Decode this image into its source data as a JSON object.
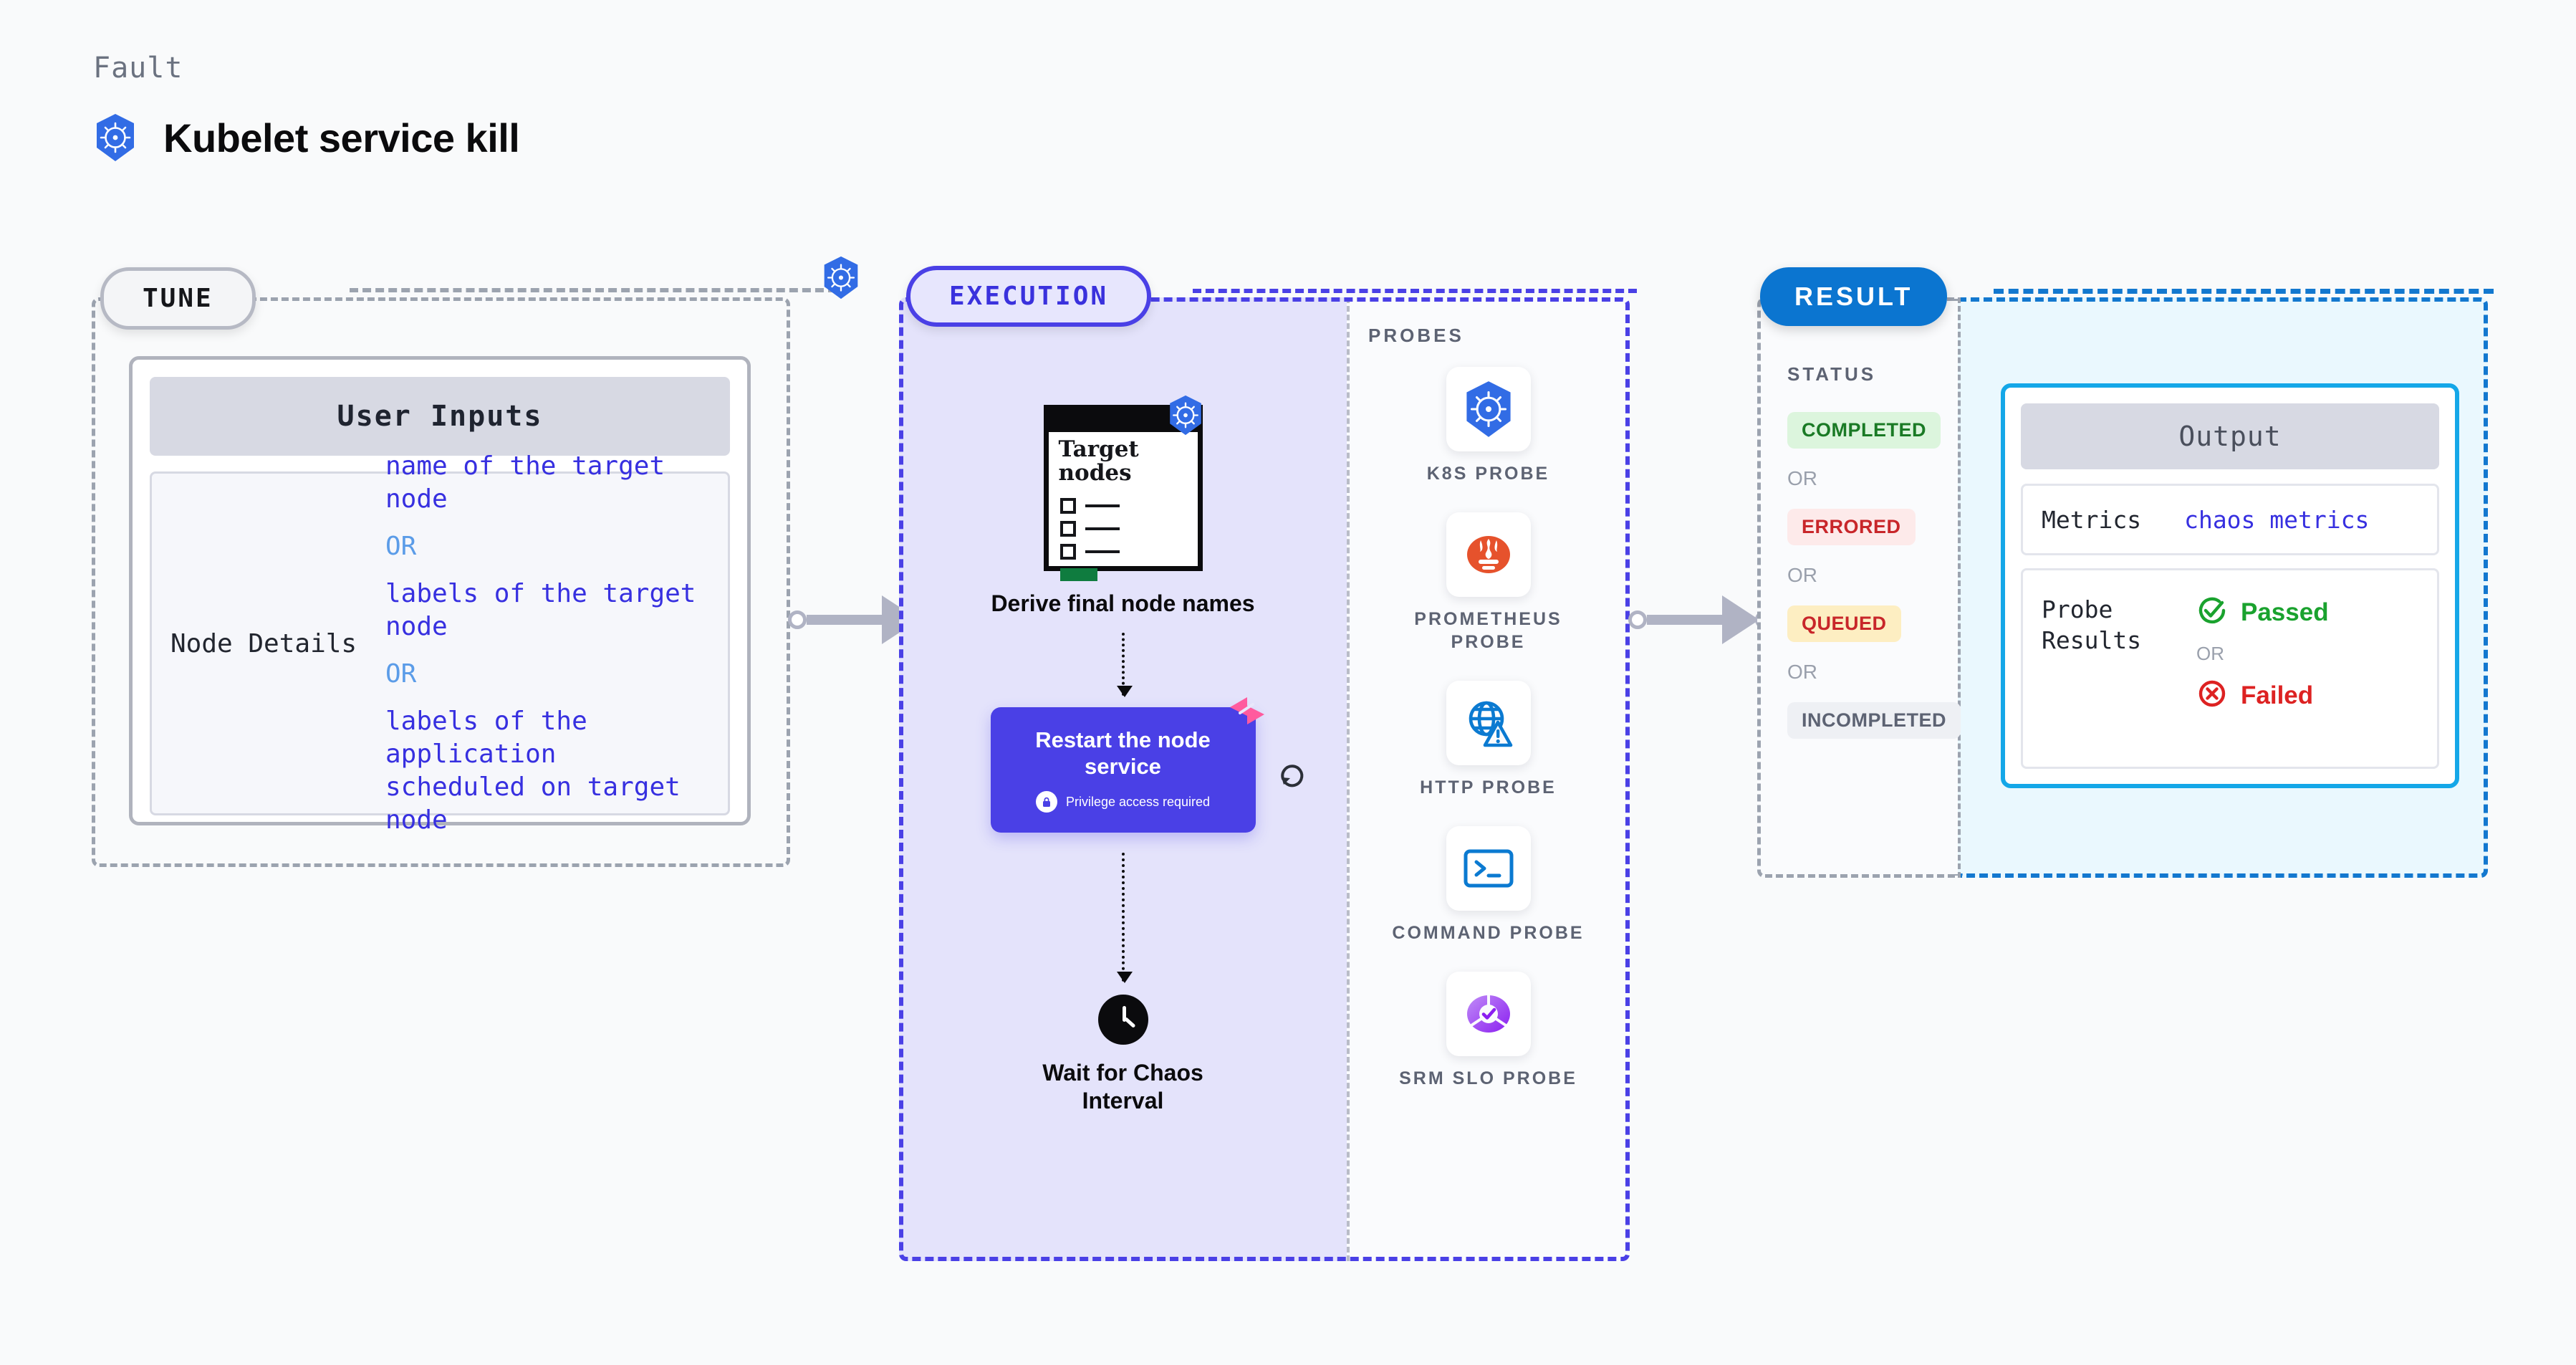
{
  "header": {
    "kicker": "Fault",
    "title": "Kubelet service kill",
    "icon": "kubernetes-icon"
  },
  "tune": {
    "pill_label": "TUNE",
    "badge_icon": "kubernetes-icon",
    "card": {
      "header": "User Inputs",
      "rows": [
        {
          "key": "Node Details",
          "values": [
            {
              "text": "name of the target node",
              "kind": "value"
            },
            {
              "text": "OR",
              "kind": "or"
            },
            {
              "text": "labels of the target node",
              "kind": "value"
            },
            {
              "text": "OR",
              "kind": "or"
            },
            {
              "text": "labels of the application scheduled on target node",
              "kind": "value"
            }
          ]
        }
      ]
    }
  },
  "execution": {
    "pill_label": "EXECUTION",
    "flow": [
      {
        "id": "derive-node-names",
        "caption": "Derive final node names",
        "icon": "document-checklist-icon",
        "doc_title": "Target nodes",
        "badge_icon": "kubernetes-icon"
      },
      {
        "id": "restart-node-service",
        "caption": "Restart the node service",
        "sub_caption": "Privilege access required",
        "sub_icon": "lock-icon",
        "corner_icon": "harness-icon",
        "side_icon": "loop-refresh-icon",
        "color": "#4a40e6"
      },
      {
        "id": "wait-chaos-interval",
        "caption": "Wait for Chaos Interval",
        "icon": "clock-icon"
      }
    ],
    "probes": {
      "label": "PROBES",
      "items": [
        {
          "name": "K8S PROBE",
          "icon": "kubernetes-icon"
        },
        {
          "name": "PROMETHEUS PROBE",
          "icon": "prometheus-icon"
        },
        {
          "name": "HTTP PROBE",
          "icon": "globe-warning-icon"
        },
        {
          "name": "COMMAND PROBE",
          "icon": "terminal-icon"
        },
        {
          "name": "SRM SLO PROBE",
          "icon": "srm-slo-icon"
        }
      ]
    }
  },
  "result": {
    "pill_label": "RESULT",
    "status": {
      "label": "STATUS",
      "items": [
        {
          "text": "COMPLETED",
          "style": "completed"
        },
        {
          "text": "OR",
          "style": "or"
        },
        {
          "text": "ERRORED",
          "style": "errored"
        },
        {
          "text": "OR",
          "style": "or"
        },
        {
          "text": "QUEUED",
          "style": "queued"
        },
        {
          "text": "OR",
          "style": "or"
        },
        {
          "text": "INCOMPLETED",
          "style": "incompleted"
        }
      ]
    },
    "output": {
      "header": "Output",
      "metrics_key": "Metrics",
      "metrics_value": "chaos metrics",
      "probe_results_key": "Probe Results",
      "probe_passed": "Passed",
      "probe_or": "OR",
      "probe_failed": "Failed"
    }
  },
  "colors": {
    "indigo": "#4a40e6",
    "blue": "#1378cf",
    "cyan": "#14a7e8",
    "green": "#1aa22e",
    "red": "#dd2222",
    "gray": "#9ca3af"
  }
}
